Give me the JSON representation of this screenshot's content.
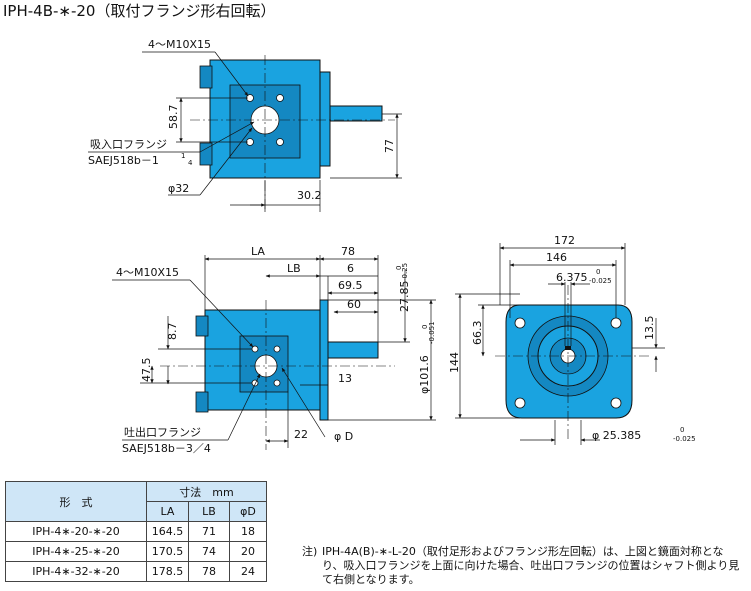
{
  "title": "IPH-4B-∗-20（取付フランジ形右回転）",
  "top_view": {
    "bolt_label": "4～M10X15",
    "dim_58_7": "58.7",
    "dim_77": "77",
    "dim_30_2": "30.2",
    "dim_phi32": "φ32",
    "flange_label": "吸入口フランジ",
    "flange_std": "SAEJ518b－1",
    "flange_frac_num": "1",
    "flange_frac_den": "4"
  },
  "side_view": {
    "bolt_label": "4～M10X15",
    "dim_LA": "LA",
    "dim_78": "78",
    "dim_LB": "LB",
    "dim_6": "6",
    "dim_69_5": "69.5",
    "dim_60": "60",
    "dim_8_7": "8.7",
    "dim_47_5": "47.5",
    "dim_13": "13",
    "dim_22": "22",
    "dim_phiD": "φ D",
    "dim_27_85": "27.85",
    "tol_27_85_up": "0",
    "tol_27_85_dn": "-0.25",
    "dim_phi101_6": "φ101.6",
    "tol_101_6_up": "0",
    "tol_101_6_dn": "-0.051",
    "flange_label": "吐出口フランジ",
    "flange_std": "SAEJ518b－3／4"
  },
  "end_view": {
    "dim_172": "172",
    "dim_146": "146",
    "dim_6_375": "6.375",
    "tol_6_375_up": "0",
    "tol_6_375_dn": "-0.025",
    "dim_66_3": "66.3",
    "dim_144": "144",
    "dim_13_5": "13.5",
    "dim_phi25_385": "φ 25.385",
    "tol_25_385_up": "0",
    "tol_25_385_dn": "-0.025"
  },
  "table": {
    "header_model": "形　式",
    "header_dims": "寸法　mm",
    "col_LA": "LA",
    "col_LB": "LB",
    "col_D": "φD",
    "rows": [
      {
        "model": "IPH-4∗-20-∗-20",
        "LA": "164.5",
        "LB": "71",
        "D": "18"
      },
      {
        "model": "IPH-4∗-25-∗-20",
        "LA": "170.5",
        "LB": "74",
        "D": "20"
      },
      {
        "model": "IPH-4∗-32-∗-20",
        "LA": "178.5",
        "LB": "78",
        "D": "24"
      }
    ]
  },
  "note": {
    "prefix": "注)",
    "text": "IPH-4A(B)-∗-L-20（取付足形およびフランジ形左回転）は、上図と鏡面対称となり、吸入口フランジを上面に向けた場合、吐出口フランジの位置はシャフト側より見て右側となります。"
  },
  "colors": {
    "pump_body": "#1aa3e0",
    "table_header": "#cfe6f7"
  }
}
